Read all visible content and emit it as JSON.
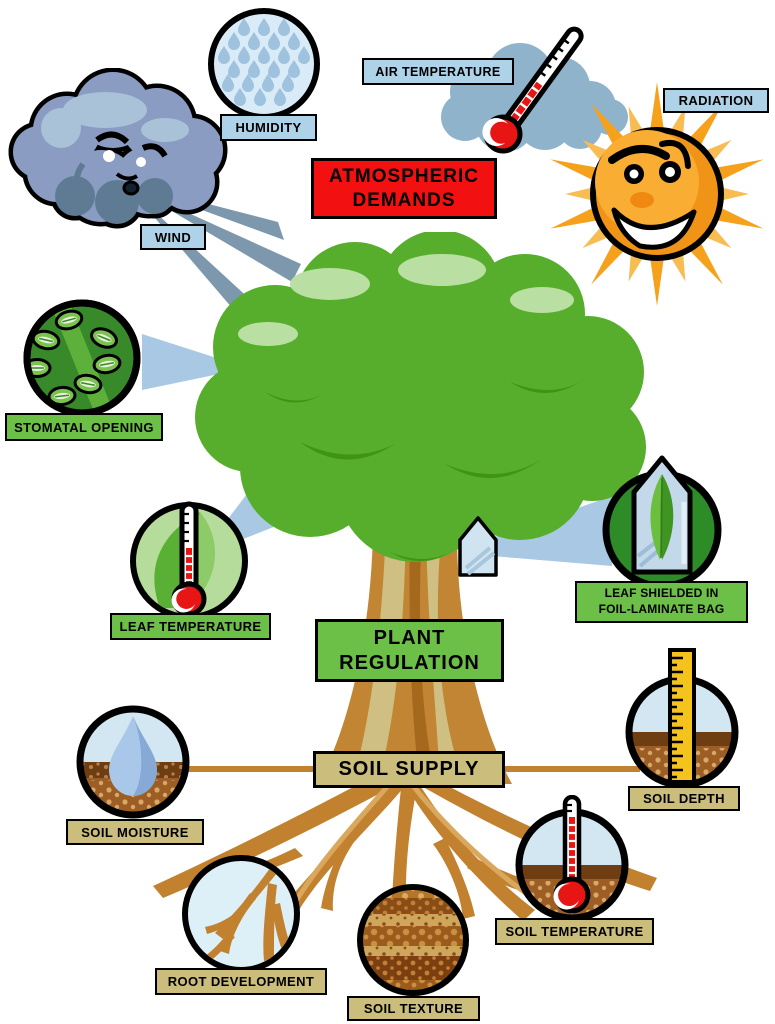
{
  "palette": {
    "label_blue": "#aed2e8",
    "label_green": "#6cbf47",
    "label_tan": "#cbbd7c",
    "box_red": "#f21010",
    "connector_blue": "#a9c8e4",
    "wind_streak": "#7d98ad",
    "tree_green": "#56ae2c",
    "trunk_brown": "#c28534",
    "root_brown": "#c1812f",
    "soil_dark": "#6f3d12",
    "soil_mid": "#9c5e24",
    "thermometer_red": "#e81515",
    "ruler_yellow": "#f5c41c",
    "sun_orange": "#f5a11c"
  },
  "headings": {
    "atmospheric": {
      "line1": "ATMOSPHERIC",
      "line2": "DEMANDS"
    },
    "plant": {
      "line1": "PLANT",
      "line2": "REGULATION"
    },
    "soil": {
      "text": "SOIL SUPPLY"
    }
  },
  "labels": {
    "wind": "WIND",
    "humidity": "HUMIDITY",
    "air_temperature": "AIR TEMPERATURE",
    "radiation": "RADIATION",
    "stomatal_opening": "STOMATAL OPENING",
    "leaf_temperature": "LEAF TEMPERATURE",
    "leaf_shielded_line1": "LEAF SHIELDED IN",
    "leaf_shielded_line2": "FOIL-LAMINATE BAG",
    "soil_moisture": "SOIL MOISTURE",
    "soil_depth": "SOIL DEPTH",
    "soil_temperature": "SOIL TEMPERATURE",
    "root_development": "ROOT DEVELOPMENT",
    "soil_texture": "SOIL TEXTURE"
  }
}
